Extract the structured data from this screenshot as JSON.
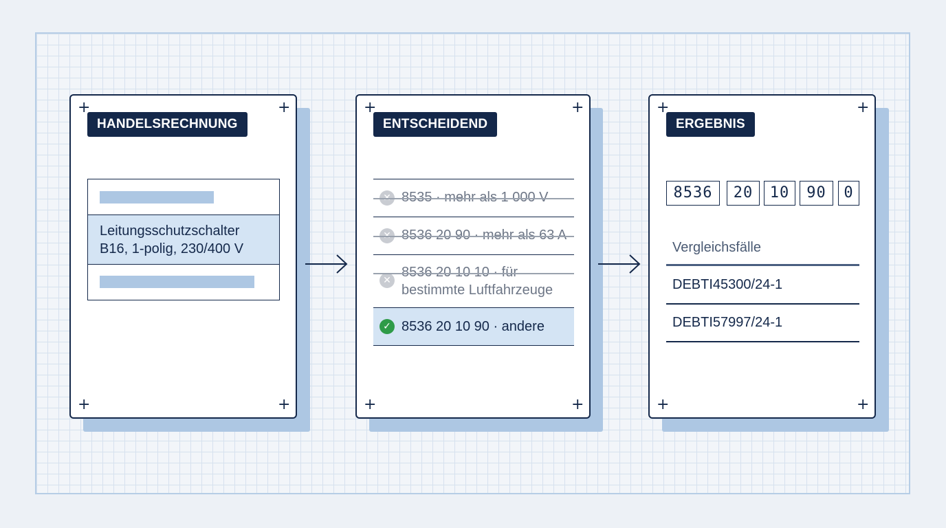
{
  "colors": {
    "navy": "#14284a",
    "highlight": "#d4e4f4",
    "shadow": "#adc7e3",
    "check": "#2e9b48",
    "reject": "#c9ccd2"
  },
  "card1": {
    "tag": "HANDELSRECHNUNG",
    "highlight_line1": "Leitungsschutzschalter",
    "highlight_line2": "B16, 1-polig, 230/400 V"
  },
  "card2": {
    "tag": "ENTSCHEIDEND",
    "options": [
      {
        "line1": "8535 · mehr als 1 000 V",
        "line2": "",
        "status": "rejected",
        "icon": "x-circle-icon"
      },
      {
        "line1": "8536 20 90 · mehr als 63 A",
        "line2": "",
        "status": "rejected",
        "icon": "x-circle-icon"
      },
      {
        "line1": "8536 20 10 10 · für",
        "line2": "bestimmte Luftfahrzeuge",
        "status": "rejected",
        "icon": "x-circle-icon"
      },
      {
        "line1": "8536 20 10 90 · andere",
        "line2": "",
        "status": "selected",
        "icon": "check-circle-icon"
      }
    ]
  },
  "card3": {
    "tag": "ERGEBNIS",
    "code_parts": [
      "8536",
      "20",
      "10",
      "90",
      "0"
    ],
    "subheading": "Vergleichsfälle",
    "cases": [
      "DEBTI45300/24-1",
      "DEBTI57997/24-1"
    ]
  }
}
